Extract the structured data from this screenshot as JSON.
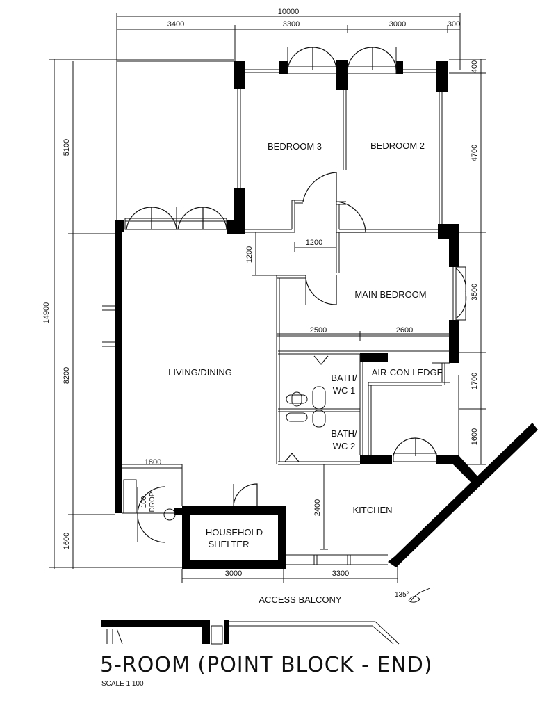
{
  "rooms": {
    "bedroom3": "BEDROOM 3",
    "bedroom2": "BEDROOM 2",
    "main_bedroom": "MAIN BEDROOM",
    "living_dining": "LIVING/DINING",
    "bath1_line1": "BATH/",
    "bath1_line2": "WC 1",
    "bath2_line1": "BATH/",
    "bath2_line2": "WC 2",
    "aircon": "AIR-CON LEDGE",
    "kitchen": "KITCHEN",
    "shelter_line1": "HOUSEHOLD",
    "shelter_line2": "SHELTER",
    "refuse_line1": "100",
    "refuse_line2": "DROP",
    "access": "ACCESS BALCONY"
  },
  "dims": {
    "top_total": "10000",
    "top_1": "3400",
    "top_2": "3300",
    "top_3": "3000",
    "top_4": "300",
    "left_total": "14900",
    "left_1": "5100",
    "left_2": "8200",
    "left_3": "1600",
    "right_1": "400",
    "right_2": "4700",
    "right_3": "3500",
    "right_4": "1700",
    "right_5": "1600",
    "corridor": "1200",
    "corridor_v": "1200",
    "mb_1": "2500",
    "mb_2": "2600",
    "living_1800": "1800",
    "kitchen_2400": "2400",
    "bottom_1": "3000",
    "bottom_2": "3300",
    "angle": "135°"
  },
  "title": "5-ROOM (POINT BLOCK - END)",
  "scale": "SCALE  1:100"
}
